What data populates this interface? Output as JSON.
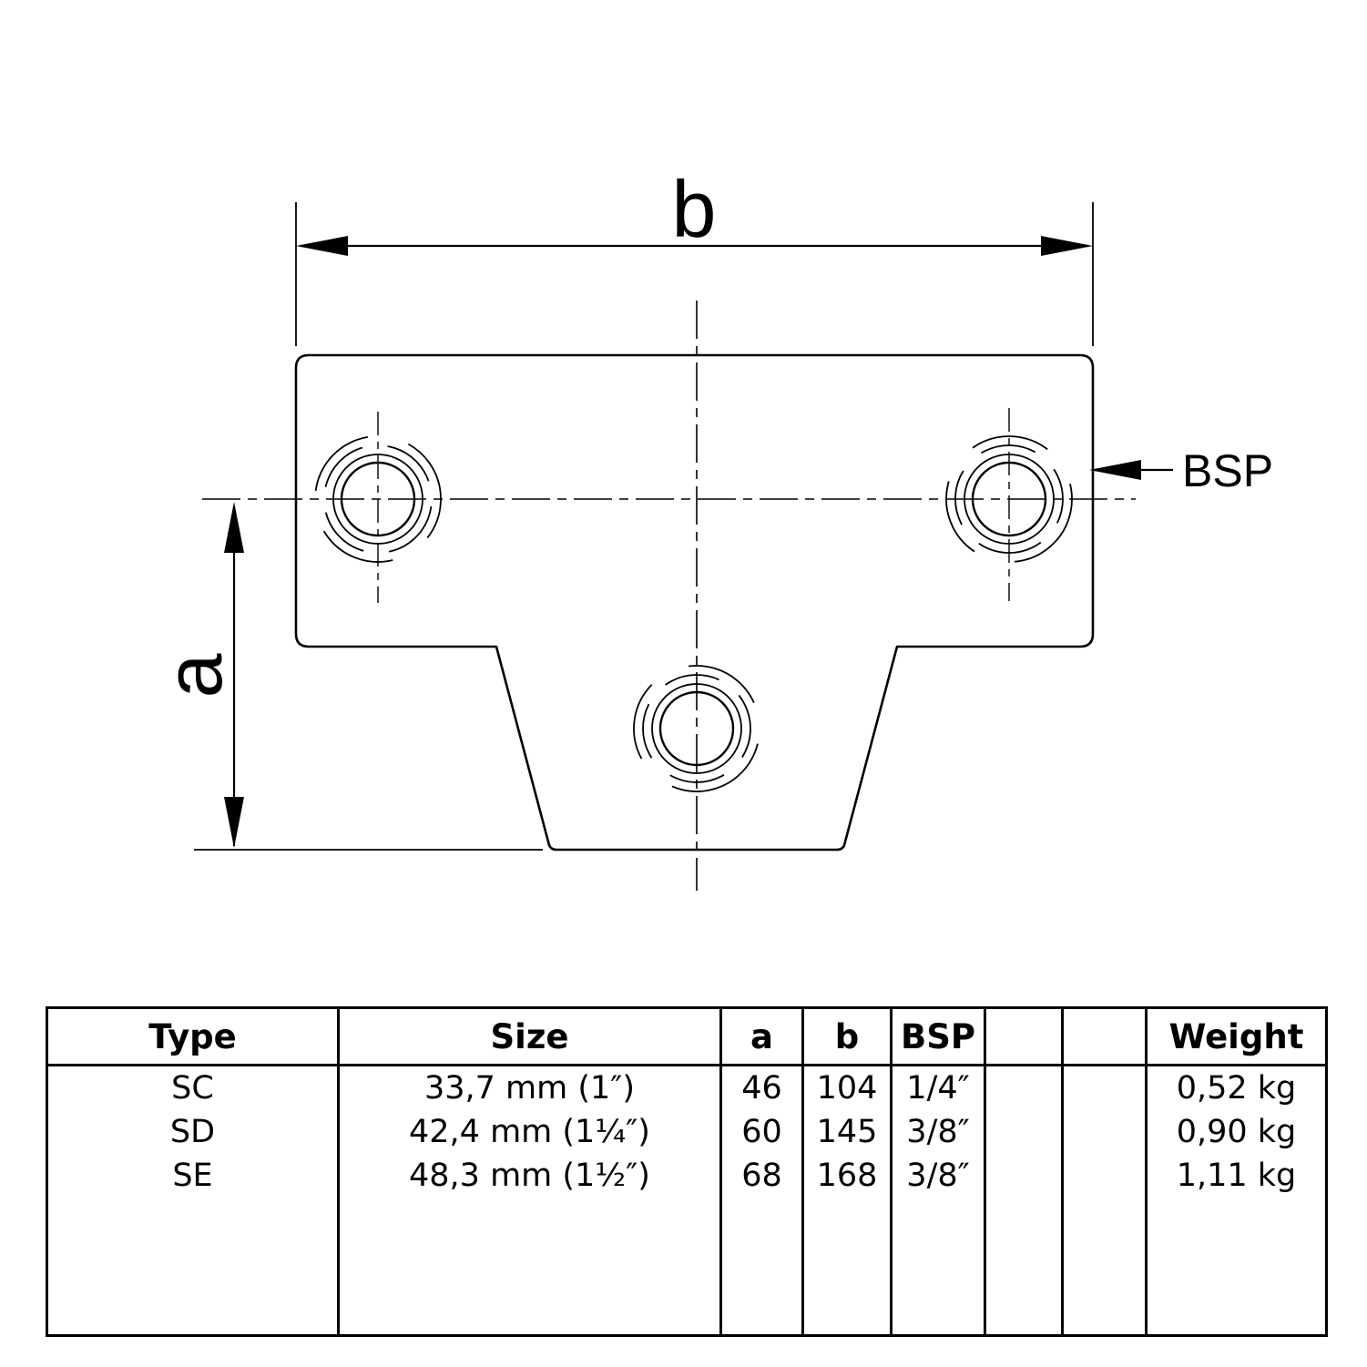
{
  "colors": {
    "ink": "#000000",
    "background": "#ffffff"
  },
  "drawing": {
    "labels": {
      "dim_b": "b",
      "dim_a": "a",
      "bsp": "BSP"
    }
  },
  "table": {
    "headers": {
      "type": "Type",
      "size": "Size",
      "a": "a",
      "b": "b",
      "bsp": "BSP",
      "col6": "",
      "col7": "",
      "weight": "Weight"
    },
    "rows": [
      {
        "type": "SC",
        "size": "33,7 mm (1″)",
        "a": "46",
        "b": "104",
        "bsp": "1/4″",
        "col6": "",
        "col7": "",
        "weight": "0,52 kg"
      },
      {
        "type": "SD",
        "size": "42,4 mm (1¼″)",
        "a": "60",
        "b": "145",
        "bsp": "3/8″",
        "col6": "",
        "col7": "",
        "weight": "0,90 kg"
      },
      {
        "type": "SE",
        "size": "48,3 mm (1½″)",
        "a": "68",
        "b": "168",
        "bsp": "3/8″",
        "col6": "",
        "col7": "",
        "weight": "1,11 kg"
      }
    ]
  }
}
